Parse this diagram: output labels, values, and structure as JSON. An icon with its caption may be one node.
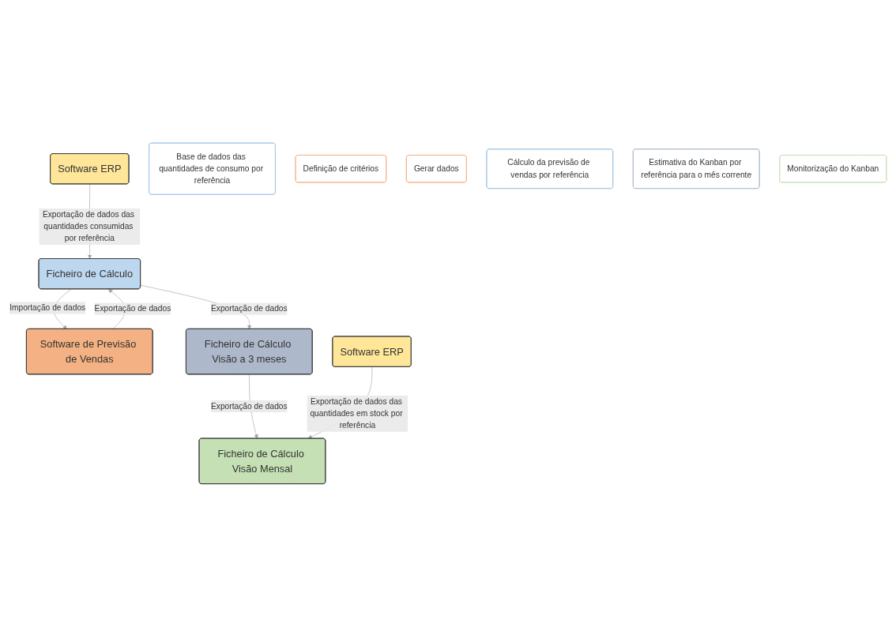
{
  "diagram": {
    "nodes": [
      {
        "text": [
          "Software ERP"
        ]
      },
      {
        "text": [
          "Base de dados das quantidades de consumo por referência"
        ]
      },
      {
        "text": [
          "Ficheiro de Cálculo"
        ]
      },
      {
        "text": [
          "Software de Previsão de Vendas"
        ]
      },
      {
        "text": [
          "Definição de critérios"
        ]
      },
      {
        "text": [
          "Gerar dados"
        ]
      },
      {
        "text": [
          "Cálculo da previsão de vendas por referência"
        ]
      },
      {
        "text": [
          "Ficheiro de Cálculo Visão a 3 meses"
        ]
      },
      {
        "text": [
          "Estimativa do Kanban por referência para o mês corrente"
        ]
      },
      {
        "text": [
          "Ficheiro de Cálculo Visão Mensal"
        ]
      },
      {
        "text": [
          "Software ERP"
        ]
      },
      {
        "text": [
          "Monitorização do Kanban"
        ]
      }
    ],
    "edges": [
      {
        "from": 0,
        "to": 2,
        "arrow": "to",
        "label": "Exportação de dados das quantidades consumidas por referência"
      },
      {
        "from": 2,
        "to": 3,
        "arrow": "to",
        "label": "Importação de dados"
      },
      {
        "from": 3,
        "to": 2,
        "arrow": "to",
        "label": "Exportação de dados"
      },
      {
        "from": 2,
        "to": 7,
        "arrow": "to",
        "label": "Exportação de dados"
      },
      {
        "from": 7,
        "to": 9,
        "arrow": "to",
        "label": "Exportação de dados"
      },
      {
        "from": 10,
        "to": 9,
        "arrow": "to",
        "label": "Exportação de dados das quantidades em stock por referência"
      }
    ]
  }
}
